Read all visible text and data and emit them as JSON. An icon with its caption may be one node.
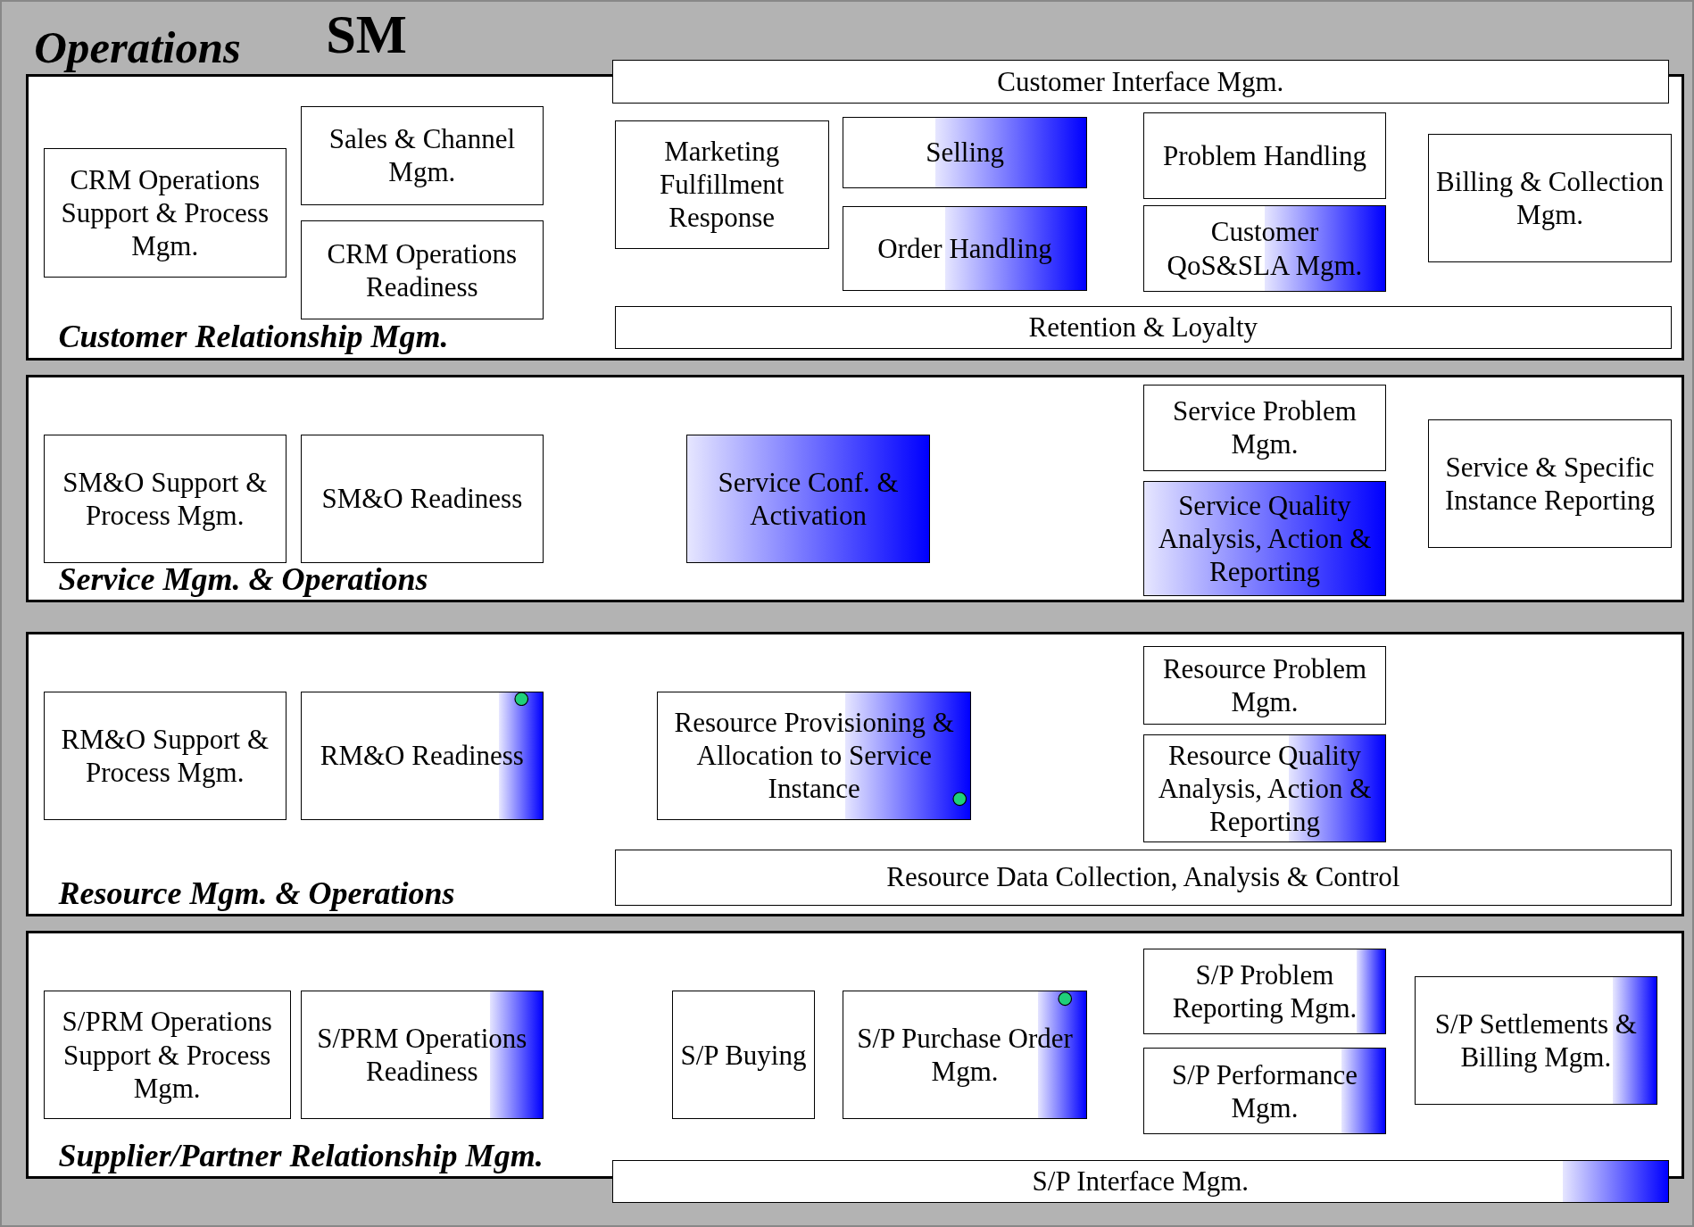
{
  "diagram": {
    "nodes": [
      {
        "text": [
          "Operations",
          "SM"
        ]
      },
      {
        "text": [
          "Customer Relationship Mgm."
        ],
        "in": 0
      },
      {
        "text": [
          "CRM Operations Support & Process Mgm."
        ],
        "in": 1
      },
      {
        "text": [
          "Sales & Channel Mgm."
        ],
        "in": 1
      },
      {
        "text": [
          "CRM Operations Readiness"
        ],
        "in": 1
      },
      {
        "text": [
          "Customer Interface Mgm."
        ],
        "in": 0
      },
      {
        "text": [
          "Marketing Fulfillment Response"
        ],
        "in": 1
      },
      {
        "text": [
          "Selling"
        ],
        "in": 1
      },
      {
        "text": [
          "Order Handling"
        ],
        "in": 1
      },
      {
        "text": [
          "Problem Handling"
        ],
        "in": 1
      },
      {
        "text": [
          "Customer QoS&SLA Mgm."
        ],
        "in": 1
      },
      {
        "text": [
          "Billing & Collection Mgm."
        ],
        "in": 1
      },
      {
        "text": [
          "Retention & Loyalty"
        ],
        "in": 1
      },
      {
        "text": [
          "Service Mgm. & Operations"
        ],
        "in": 0
      },
      {
        "text": [
          "SM&O Support & Process Mgm."
        ],
        "in": 13
      },
      {
        "text": [
          "SM&O Readiness"
        ],
        "in": 13
      },
      {
        "text": [
          "Service Conf. & Activation"
        ],
        "in": 13
      },
      {
        "text": [
          "Service Problem Mgm."
        ],
        "in": 13
      },
      {
        "text": [
          "Service Quality Analysis, Action & Reporting"
        ],
        "in": 13
      },
      {
        "text": [
          "Service & Specific Instance Reporting"
        ],
        "in": 13
      },
      {
        "text": [
          "Resource Mgm. & Operations"
        ],
        "in": 0
      },
      {
        "text": [
          "RM&O Support & Process Mgm."
        ],
        "in": 20
      },
      {
        "text": [
          "RM&O Readiness"
        ],
        "in": 20
      },
      {
        "text": [
          "Resource Provisioning & Allocation to Service Instance"
        ],
        "in": 20
      },
      {
        "text": [
          "Resource Problem Mgm."
        ],
        "in": 20
      },
      {
        "text": [
          "Resource Quality Analysis, Action & Reporting"
        ],
        "in": 20
      },
      {
        "text": [
          "Resource Data Collection, Analysis & Control"
        ],
        "in": 20
      },
      {
        "text": [
          "Supplier/Partner Relationship Mgm."
        ],
        "in": 0
      },
      {
        "text": [
          "S/PRM Operations Support & Process Mgm."
        ],
        "in": 27
      },
      {
        "text": [
          "S/PRM Operations Readiness"
        ],
        "in": 27
      },
      {
        "text": [
          "S/P Buying"
        ],
        "in": 27
      },
      {
        "text": [
          "S/P Purchase Order Mgm."
        ],
        "in": 27
      },
      {
        "text": [
          "S/P Problem Reporting Mgm."
        ],
        "in": 27
      },
      {
        "text": [
          "S/P Performance Mgm."
        ],
        "in": 27
      },
      {
        "text": [
          "S/P Settlements & Billing Mgm."
        ],
        "in": 27
      },
      {
        "text": [
          "S/P Interface Mgm."
        ],
        "in": 0
      }
    ]
  }
}
